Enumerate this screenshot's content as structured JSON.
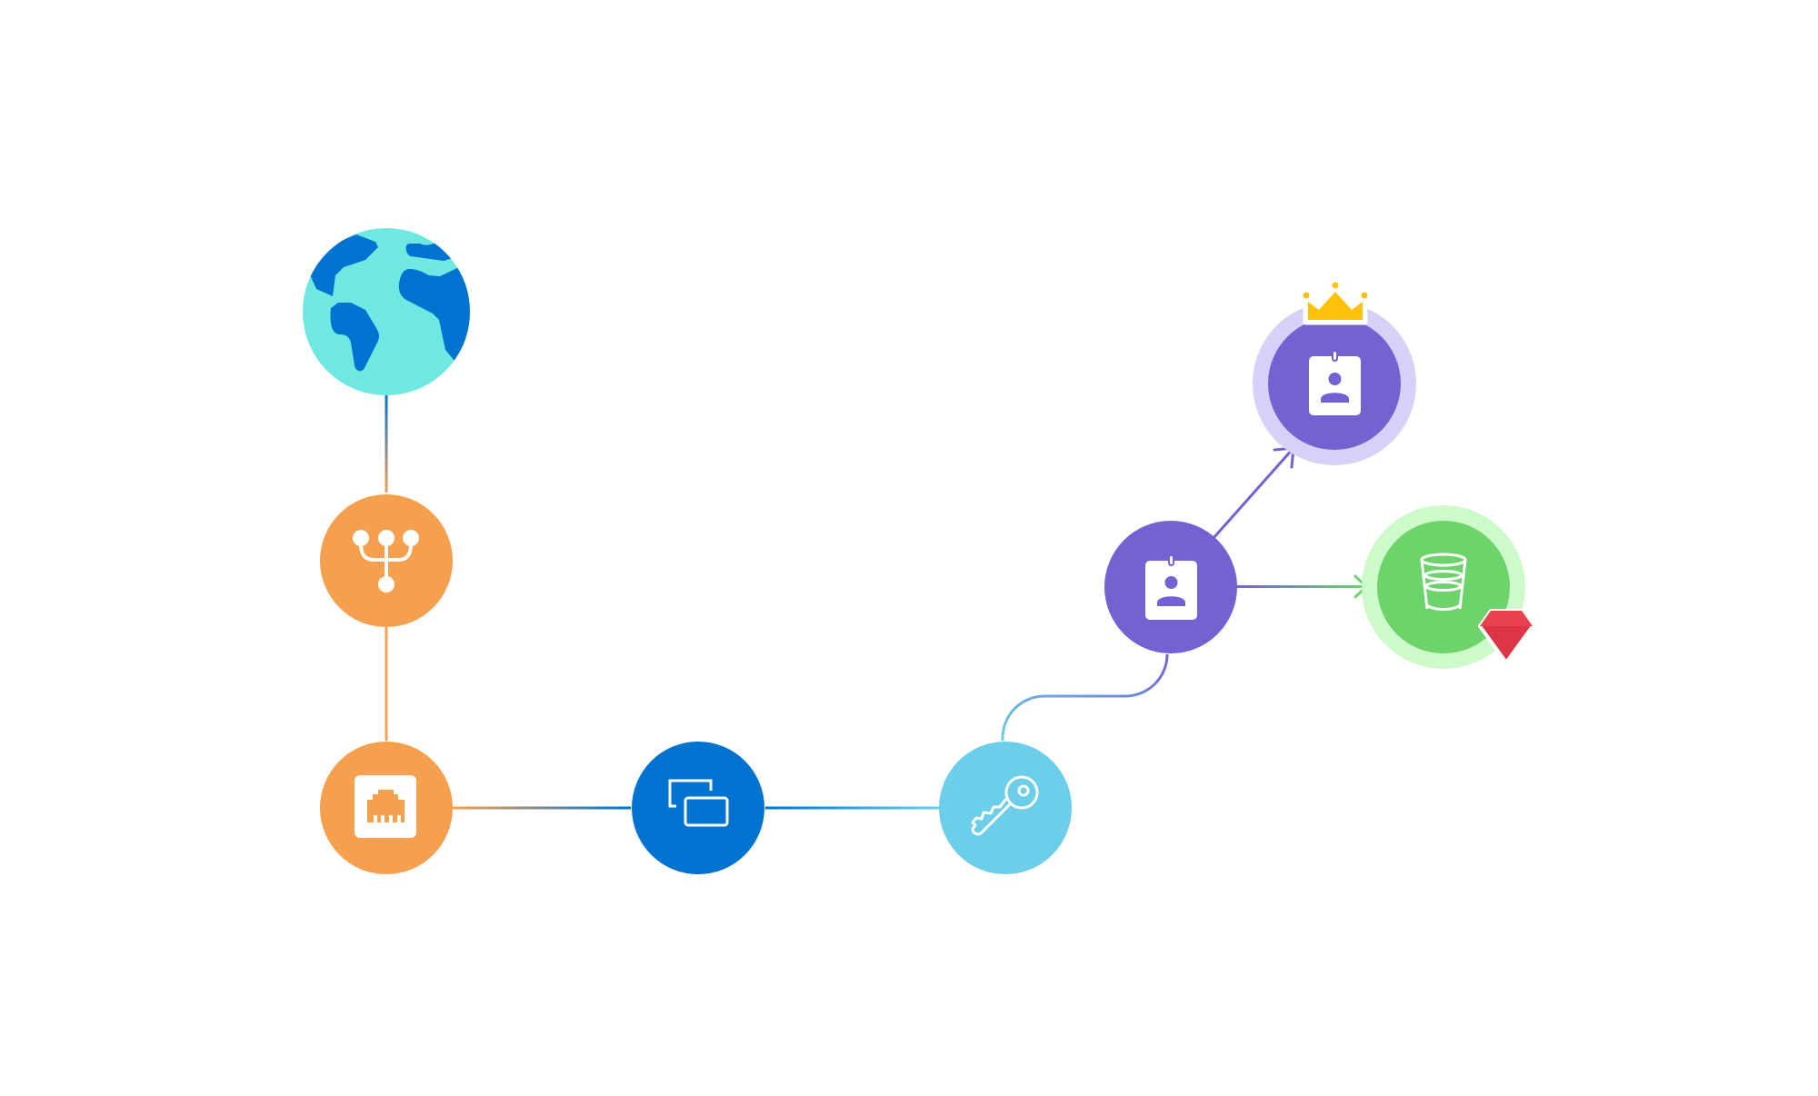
{
  "diagram": {
    "type": "attack-path-graph",
    "colors": {
      "internet_bg": "#6EE8E0",
      "internet_land": "#0073D0",
      "network_orange": "#F4A04F",
      "vm_blue": "#0073D0",
      "key_lightblue": "#6CCEE8",
      "identity_purple": "#7561D2",
      "identity_halo": "#D9D0F7",
      "storage_green": "#6DD46B",
      "storage_halo": "#CDF9CB",
      "crown_gold": "#FFC107",
      "gem_red": "#DC3545",
      "icon_white": "#FFFFFF"
    },
    "nodes": [
      {
        "id": "internet",
        "icon": "globe-icon",
        "color": "internet_bg"
      },
      {
        "id": "load-balancer",
        "icon": "fork-icon",
        "color": "network_orange"
      },
      {
        "id": "network-interface",
        "icon": "ethernet-port-icon",
        "color": "network_orange"
      },
      {
        "id": "virtual-machine",
        "icon": "windows-icon",
        "color": "vm_blue"
      },
      {
        "id": "access-key",
        "icon": "key-icon",
        "color": "key_lightblue"
      },
      {
        "id": "identity",
        "icon": "badge-icon",
        "color": "identity_purple"
      },
      {
        "id": "admin-identity",
        "icon": "badge-icon",
        "color": "identity_purple",
        "halo": "identity_halo",
        "marker": "crown-icon"
      },
      {
        "id": "storage-bucket",
        "icon": "bucket-icon",
        "color": "storage_green",
        "halo": "storage_halo",
        "marker": "gem-icon"
      }
    ],
    "edges": [
      {
        "from": "internet",
        "to": "load-balancer",
        "arrow": false
      },
      {
        "from": "load-balancer",
        "to": "network-interface",
        "arrow": false
      },
      {
        "from": "network-interface",
        "to": "virtual-machine",
        "arrow": false
      },
      {
        "from": "virtual-machine",
        "to": "access-key",
        "arrow": false
      },
      {
        "from": "access-key",
        "to": "identity",
        "arrow": false
      },
      {
        "from": "identity",
        "to": "admin-identity",
        "arrow": true
      },
      {
        "from": "identity",
        "to": "storage-bucket",
        "arrow": true
      }
    ]
  }
}
